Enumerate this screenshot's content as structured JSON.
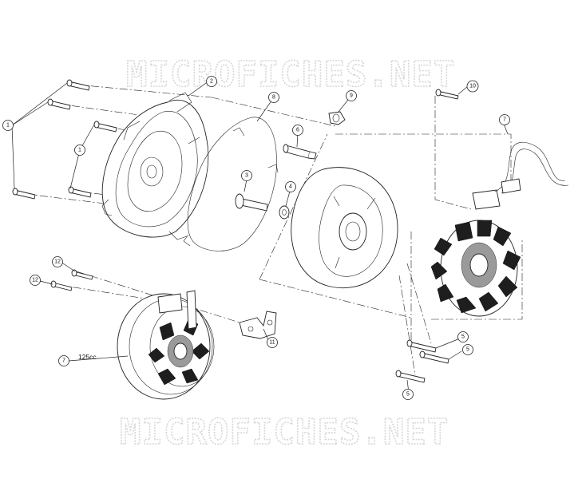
{
  "watermark": {
    "top": "MICROFICHES.NET",
    "bottom": "MICROFICHES.NET"
  },
  "variant_label": "125cc",
  "callouts": {
    "c1a": "1",
    "c1b": "1",
    "c2": "2",
    "c3": "3",
    "c4": "4",
    "c5a": "5",
    "c5b": "5",
    "c5c": "5",
    "c6": "6",
    "c7a": "7",
    "c7b": "7",
    "c8": "8",
    "c9": "9",
    "c10": "10",
    "c11": "11",
    "c12a": "12",
    "c12b": "12"
  },
  "parts": [
    {
      "ref": "1",
      "name": "bolt"
    },
    {
      "ref": "2",
      "name": "left crankcase cover"
    },
    {
      "ref": "3",
      "name": "dowel pin"
    },
    {
      "ref": "4",
      "name": "washer"
    },
    {
      "ref": "5",
      "name": "bolt"
    },
    {
      "ref": "6",
      "name": "pin"
    },
    {
      "ref": "7",
      "name": "stator / flywheel assembly"
    },
    {
      "ref": "8",
      "name": "gasket"
    },
    {
      "ref": "9",
      "name": "clamp"
    },
    {
      "ref": "10",
      "name": "bolt"
    },
    {
      "ref": "11",
      "name": "bracket"
    },
    {
      "ref": "12",
      "name": "bolt"
    }
  ]
}
